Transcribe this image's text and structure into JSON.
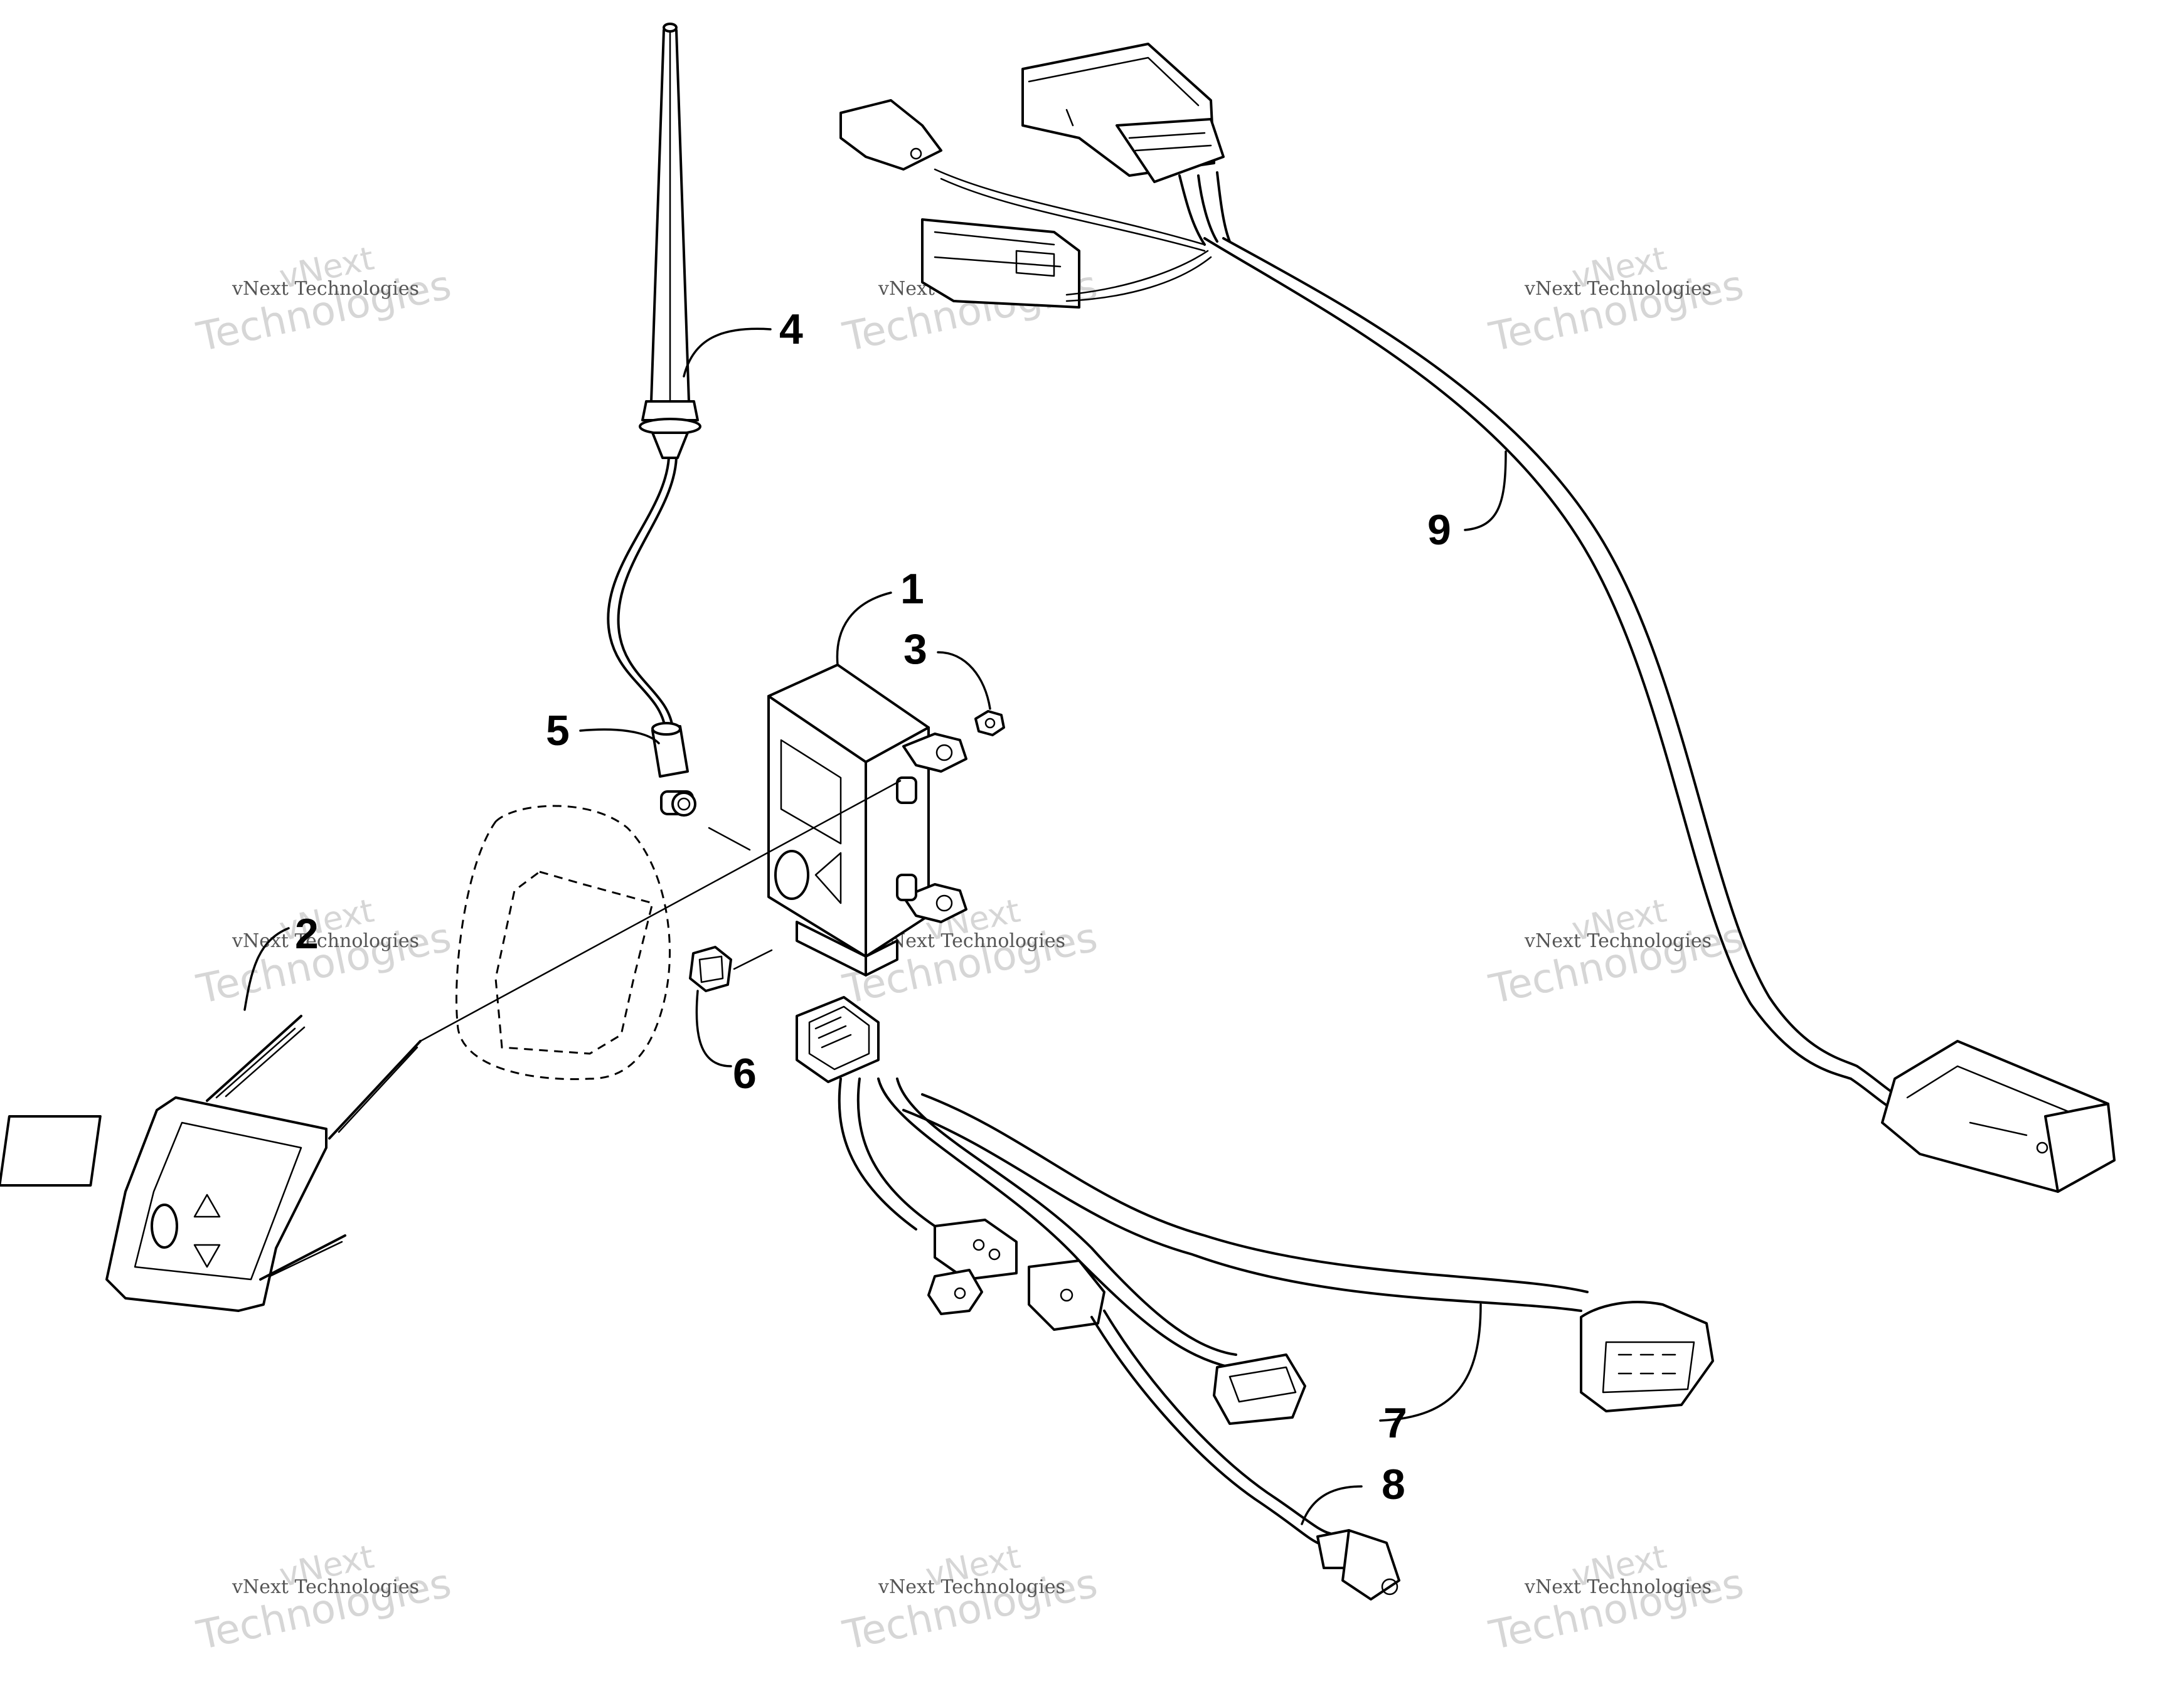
{
  "watermark": {
    "line_small": "vNext Technologies",
    "line_big_top": "vNext",
    "line_big_bottom": "Technologies"
  },
  "callouts": [
    {
      "id": "1",
      "label": "1",
      "part": "control-module"
    },
    {
      "id": "2",
      "label": "2",
      "part": "display-panel"
    },
    {
      "id": "3",
      "label": "3",
      "part": "nut"
    },
    {
      "id": "4",
      "label": "4",
      "part": "antenna"
    },
    {
      "id": "5",
      "label": "5",
      "part": "antenna-connector"
    },
    {
      "id": "6",
      "label": "6",
      "part": "clip"
    },
    {
      "id": "7",
      "label": "7",
      "part": "module-harness"
    },
    {
      "id": "8",
      "label": "8",
      "part": "sensor-lead"
    },
    {
      "id": "9",
      "label": "9",
      "part": "main-harness"
    }
  ]
}
